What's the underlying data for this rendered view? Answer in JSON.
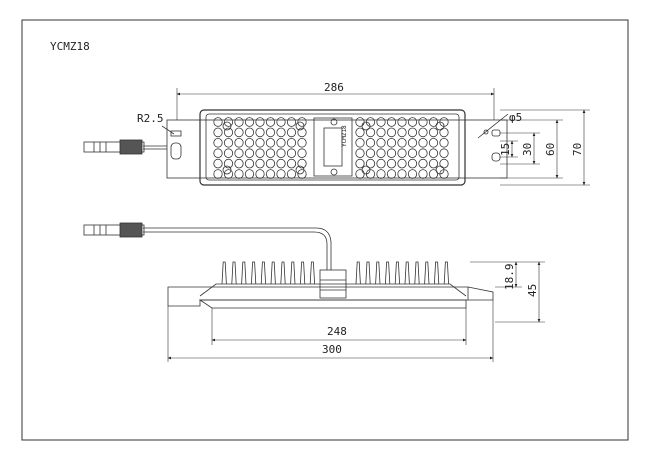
{
  "drawing": {
    "model": "YCMZ18",
    "module_label": "YCMZ18",
    "top_view": {
      "length_label": "286",
      "corner_radius_label": "R2.5",
      "hole_label": "φ5",
      "dim_15": "15",
      "dim_30": "30",
      "dim_60": "60",
      "dim_70": "70"
    },
    "side_view": {
      "fin_height_label": "18.9",
      "height_label": "45",
      "inner_length_label": "248",
      "total_length_label": "300"
    }
  }
}
